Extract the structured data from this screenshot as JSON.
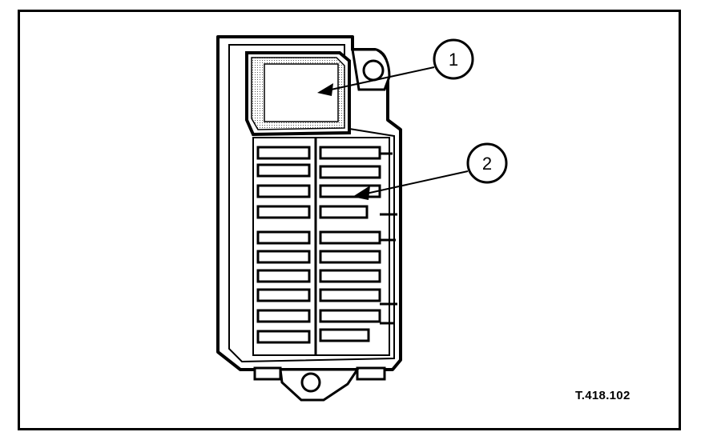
{
  "figure": {
    "reference": "T.418.102",
    "callouts": [
      {
        "label": "1"
      },
      {
        "label": "2"
      }
    ]
  }
}
